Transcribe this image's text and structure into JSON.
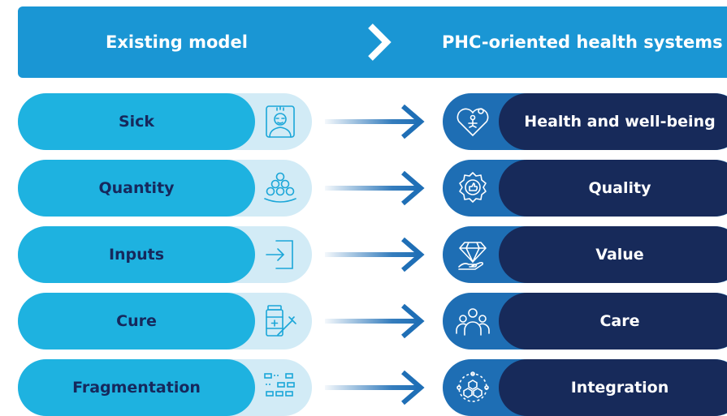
{
  "header": {
    "left_title": "Existing model",
    "right_title": "PHC-oriented health systems",
    "chevron_icon": "chevron-right-icon"
  },
  "colors": {
    "banner": "#1a96d4",
    "left_pill": "#1eb2e0",
    "left_pill_light": "#d2ebf6",
    "left_text": "#16285c",
    "right_pill": "#172a5a",
    "right_icon_bg": "#1e6eb4",
    "arrow": "#1f6fb6"
  },
  "rows": [
    {
      "from": "Sick",
      "from_icon": "patient-bed-icon",
      "to": "Health and well-being",
      "to_icon": "heart-wellbeing-icon"
    },
    {
      "from": "Quantity",
      "from_icon": "stacked-items-icon",
      "to": "Quality",
      "to_icon": "quality-badge-icon"
    },
    {
      "from": "Inputs",
      "from_icon": "input-enter-icon",
      "to": "Value",
      "to_icon": "diamond-hand-icon"
    },
    {
      "from": "Cure",
      "from_icon": "medicine-syringe-icon",
      "to": "Care",
      "to_icon": "people-group-icon"
    },
    {
      "from": "Fragmentation",
      "from_icon": "fragmented-blocks-icon",
      "to": "Integration",
      "to_icon": "integration-network-icon"
    }
  ]
}
